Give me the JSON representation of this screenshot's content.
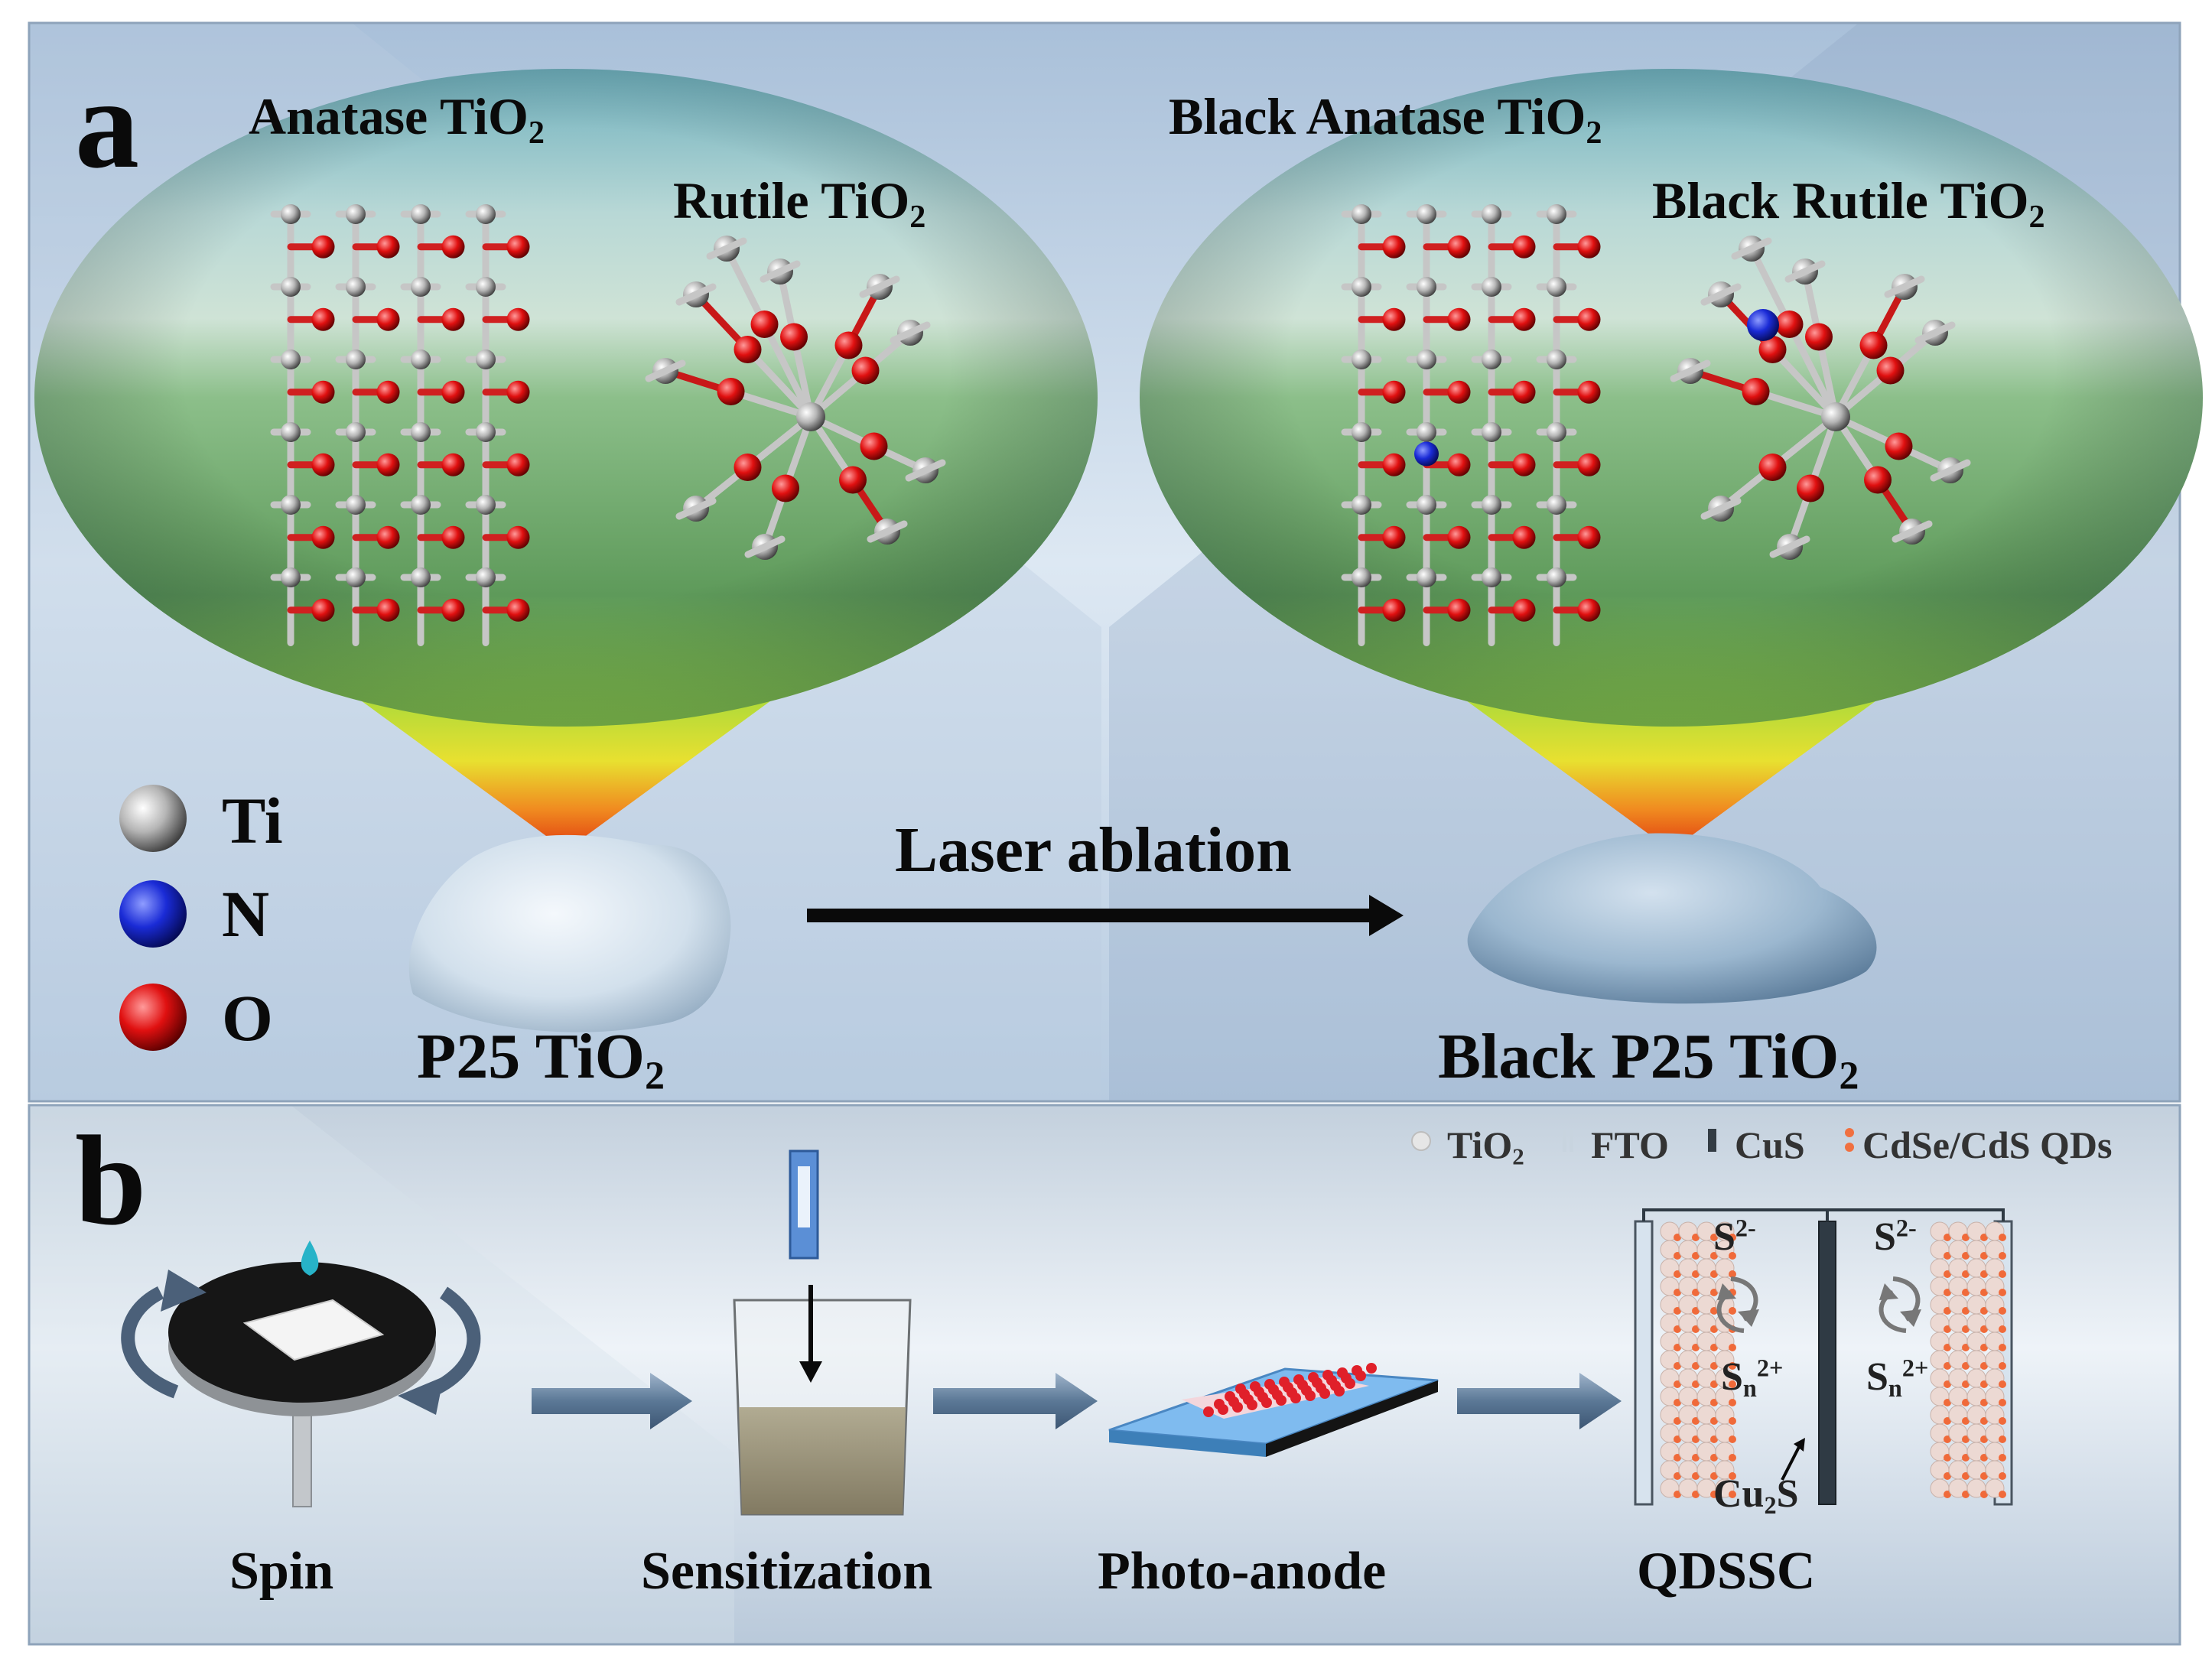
{
  "panel_a": {
    "letter": "a",
    "left_sphere": {
      "title_1": "Anatase TiO",
      "title_1_sub": "2",
      "title_2": "Rutile TiO",
      "title_2_sub": "2"
    },
    "right_sphere": {
      "title_1": "Black Anatase TiO",
      "title_1_sub": "2",
      "title_2": "Black Rutile TiO",
      "title_2_sub": "2"
    },
    "legend": [
      {
        "symbol": "Ti",
        "color": "#b8b8b8",
        "icon": "ti-atom-icon"
      },
      {
        "symbol": "N",
        "color": "#1a2bd6",
        "icon": "n-atom-icon"
      },
      {
        "symbol": "O",
        "color": "#e01010",
        "icon": "o-atom-icon"
      }
    ],
    "arrow_label": "Laser ablation",
    "left_powder_label": "P25 TiO",
    "left_powder_sub": "2",
    "right_powder_label": "Black P25 TiO",
    "right_powder_sub": "2"
  },
  "panel_b": {
    "letter": "b",
    "key": [
      {
        "label": "TiO",
        "sub": "2",
        "icon": "tio2-particle-icon",
        "color": "#e0e0e0"
      },
      {
        "label": "FTO",
        "icon": "fto-glass-icon",
        "color": "#c8d4df"
      },
      {
        "label": "CuS",
        "icon": "cus-electrode-icon",
        "color": "#333c44"
      },
      {
        "label": "CdSe/CdS QDs",
        "icon": "qd-particle-icon",
        "color": "#f07040"
      }
    ],
    "steps": [
      "Spin",
      "Sensitization",
      "Photo-anode",
      "QDSSC"
    ],
    "cell": {
      "s2_left": "S",
      "s2_left_sup": "2-",
      "sn_left": "S",
      "sn_left_sub": "n",
      "sn_left_sup": "2+",
      "s2_right": "S",
      "s2_right_sup": "2-",
      "sn_right": "S",
      "sn_right_sub": "n",
      "sn_right_sup": "2+",
      "cu2s": "Cu",
      "cu2s_sub": "2",
      "cu2s_tail": "S"
    }
  }
}
